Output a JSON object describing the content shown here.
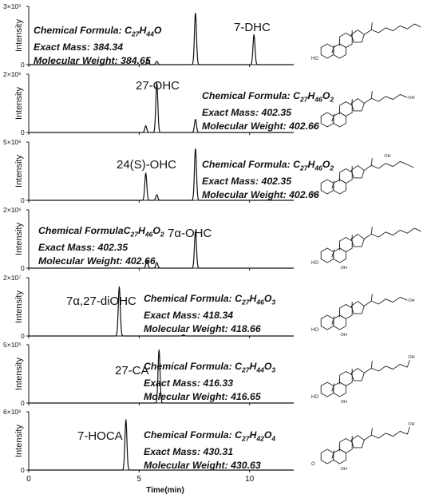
{
  "chart_data": {
    "type": "line",
    "xlabel": "Time(min)",
    "ylabel": "Intensity",
    "xlim": [
      0,
      12
    ],
    "x_ticks": [
      "0",
      "5",
      "10"
    ],
    "x_tick_values": [
      0,
      5,
      10
    ],
    "panels": [
      {
        "compound": "7-DHC",
        "ymax_label": "3×10⁵",
        "ymax": 300000,
        "formula_prefix": "Chemical Formula: ",
        "formula": "C27H44O",
        "formula_parts": [
          [
            "C",
            ""
          ],
          [
            "27",
            "sub"
          ],
          [
            "H",
            ""
          ],
          [
            "44",
            "sub"
          ],
          [
            "O",
            ""
          ]
        ],
        "exact_mass": "Exact Mass: 384.34",
        "molecular_weight": "Molecular Weight: 384.65",
        "peaks": [
          {
            "rt": 5.4,
            "height": 0.1
          },
          {
            "rt": 5.8,
            "height": 0.06
          },
          {
            "rt": 7.55,
            "height": 0.95
          },
          {
            "rt": 10.2,
            "height": 0.55
          }
        ]
      },
      {
        "compound": "27-OHC",
        "ymax_label": "2×10⁶",
        "ymax": 2000000,
        "formula_prefix": "Chemical Formula: ",
        "formula": "C27H46O2",
        "formula_parts": [
          [
            "C",
            ""
          ],
          [
            "27",
            "sub"
          ],
          [
            "H",
            ""
          ],
          [
            "46",
            "sub"
          ],
          [
            "O",
            ""
          ],
          [
            "2",
            "sub"
          ]
        ],
        "exact_mass": "Exact Mass: 402.35",
        "molecular_weight": "Molecular Weight: 402.66",
        "peaks": [
          {
            "rt": 5.3,
            "height": 0.12
          },
          {
            "rt": 5.8,
            "height": 0.92
          },
          {
            "rt": 7.55,
            "height": 0.24
          }
        ]
      },
      {
        "compound": "24(S)-OHC",
        "ymax_label": "5×10⁶",
        "ymax": 5000000,
        "formula_prefix": "Chemical Formula: ",
        "formula": "C27H46O2",
        "formula_parts": [
          [
            "C",
            ""
          ],
          [
            "27",
            "sub"
          ],
          [
            "H",
            ""
          ],
          [
            "46",
            "sub"
          ],
          [
            "O",
            ""
          ],
          [
            "2",
            "sub"
          ]
        ],
        "exact_mass": "Exact Mass: 402.35",
        "molecular_weight": "Molecular Weight: 402.66",
        "peaks": [
          {
            "rt": 5.3,
            "height": 0.5
          },
          {
            "rt": 5.8,
            "height": 0.1
          },
          {
            "rt": 7.55,
            "height": 0.95
          }
        ]
      },
      {
        "compound": "7α-OHC",
        "ymax_label": "2×10⁶",
        "ymax": 2000000,
        "formula_prefix": "Chemical Formula",
        "formula": "C27H46O2",
        "formula_parts": [
          [
            "C",
            ""
          ],
          [
            "27",
            "sub"
          ],
          [
            "H",
            ""
          ],
          [
            "46",
            "sub"
          ],
          [
            "O",
            ""
          ],
          [
            "2",
            "sub"
          ]
        ],
        "exact_mass": "Exact Mass: 402.35",
        "molecular_weight": "Molecular Weight: 402.66",
        "peaks": [
          {
            "rt": 5.35,
            "height": 0.14
          },
          {
            "rt": 5.8,
            "height": 0.1
          },
          {
            "rt": 7.55,
            "height": 0.68
          }
        ]
      },
      {
        "compound": "7α,27-diOHC",
        "ymax_label": "2×10⁷",
        "ymax": 20000000,
        "formula_prefix": "Chemical Formula: ",
        "formula": "C27H46O3",
        "formula_parts": [
          [
            "C",
            ""
          ],
          [
            "27",
            "sub"
          ],
          [
            "H",
            ""
          ],
          [
            "46",
            "sub"
          ],
          [
            "O",
            ""
          ],
          [
            "3",
            "sub"
          ]
        ],
        "exact_mass": "Exact Mass: 418.34",
        "molecular_weight": "Molecular Weight: 418.66",
        "peaks": [
          {
            "rt": 4.1,
            "height": 0.9
          },
          {
            "rt": 7.0,
            "height": 0.02
          }
        ]
      },
      {
        "compound": "27-CA",
        "ymax_label": "5×10⁵",
        "ymax": 500000,
        "formula_prefix": "Chemical Formula: ",
        "formula": "C27H44O3",
        "formula_parts": [
          [
            "C",
            ""
          ],
          [
            "27",
            "sub"
          ],
          [
            "H",
            ""
          ],
          [
            "44",
            "sub"
          ],
          [
            "O",
            ""
          ],
          [
            "3",
            "sub"
          ]
        ],
        "exact_mass": "Exact Mass: 416.33",
        "molecular_weight": "Molecular Weight: 416.65",
        "peaks": [
          {
            "rt": 5.9,
            "height": 0.97
          }
        ]
      },
      {
        "compound": "7-HOCA",
        "ymax_label": "6×10⁶",
        "ymax": 6000000,
        "formula_prefix": "Chemical Formula: ",
        "formula": "C27H42O4",
        "formula_parts": [
          [
            "C",
            ""
          ],
          [
            "27",
            "sub"
          ],
          [
            "H",
            ""
          ],
          [
            "42",
            "sub"
          ],
          [
            "O",
            ""
          ],
          [
            "4",
            "sub"
          ]
        ],
        "exact_mass": "Exact Mass: 430.31",
        "molecular_weight": "Molecular Weight: 430.63",
        "peaks": [
          {
            "rt": 4.4,
            "height": 0.92
          }
        ]
      }
    ]
  }
}
